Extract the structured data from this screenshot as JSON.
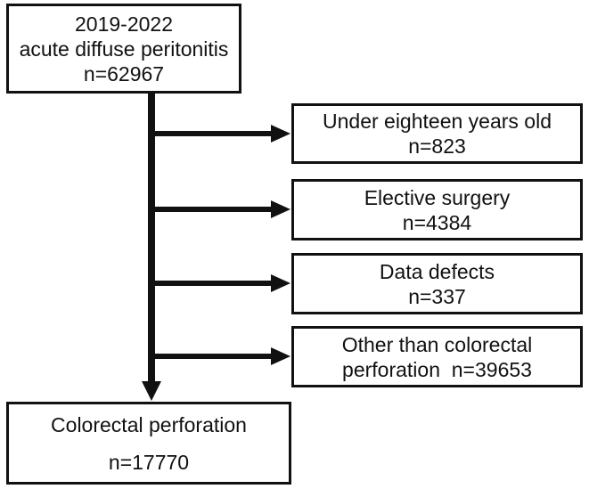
{
  "flowchart": {
    "source": {
      "line1": "2019-2022",
      "line2": "acute diffuse peritonitis",
      "line3": "n=62967"
    },
    "exclusions": [
      {
        "line1": "Under eighteen years old",
        "line2": "n=823"
      },
      {
        "line1": "Elective surgery",
        "line2": "n=4384"
      },
      {
        "line1": "Data defects",
        "line2": "n=337"
      },
      {
        "line1": "Other than colorectal",
        "line2": "perforation  n=39653"
      }
    ],
    "result": {
      "line1": "Colorectal perforation",
      "line2": "n=17770"
    }
  }
}
